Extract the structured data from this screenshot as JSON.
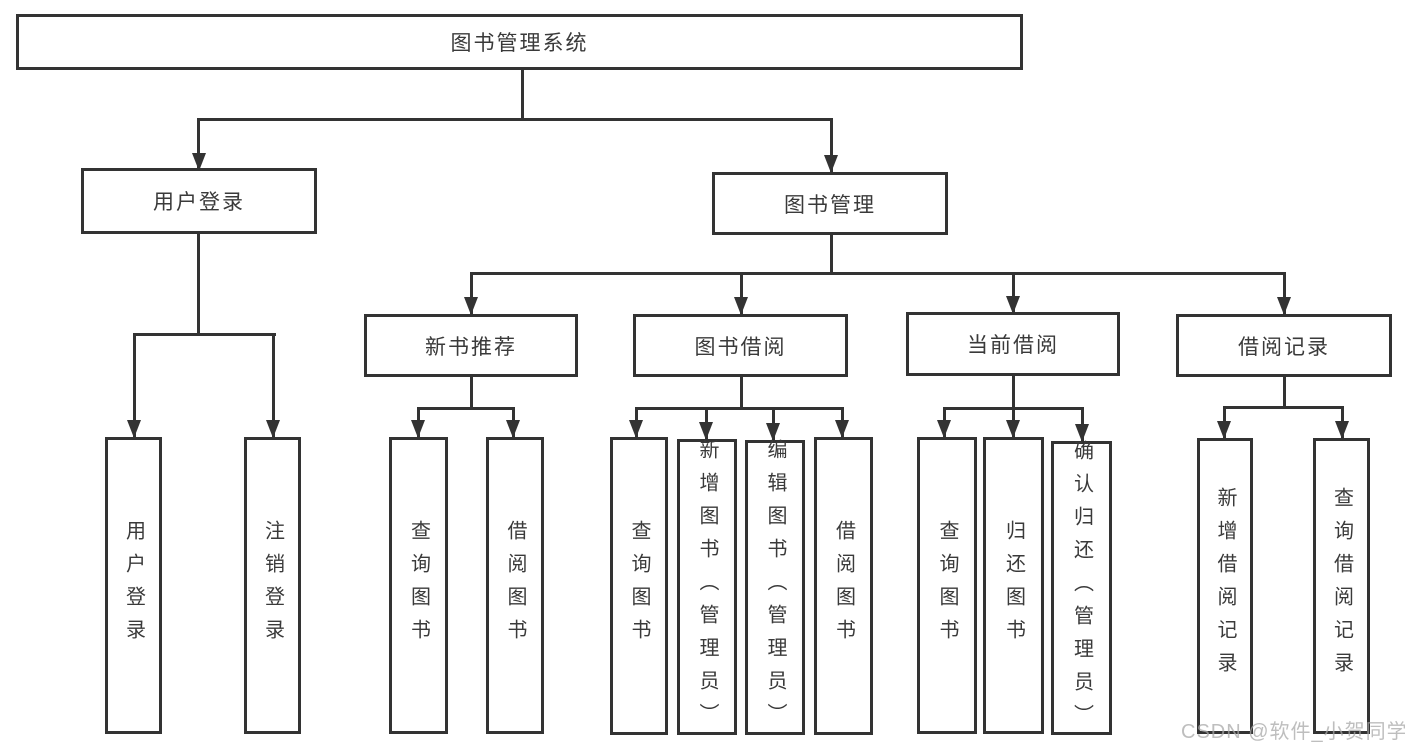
{
  "diagram_title": "图书管理系统",
  "colors": {
    "line": "#333333",
    "text": "#3a3a3a",
    "watermark": "#a8a8a8"
  },
  "watermark": "CSDN @软件_小贺同学",
  "nodes": {
    "root": {
      "label": "图书管理系统"
    },
    "userLogin": {
      "label": "用户登录",
      "parent": "root"
    },
    "bookMgmt": {
      "label": "图书管理",
      "parent": "root"
    },
    "leafUserLogin": {
      "label": "用户登录",
      "parent": "userLogin"
    },
    "leafLogout": {
      "label": "注销登录",
      "parent": "userLogin"
    },
    "newBookRec": {
      "label": "新书推荐",
      "parent": "bookMgmt"
    },
    "bookBorrow": {
      "label": "图书借阅",
      "parent": "bookMgmt"
    },
    "currentBorrow": {
      "label": "当前借阅",
      "parent": "bookMgmt"
    },
    "borrowRecords": {
      "label": "借阅记录",
      "parent": "bookMgmt"
    },
    "nbQueryBooks": {
      "label": "查询图书",
      "parent": "newBookRec"
    },
    "nbBorrowBooks": {
      "label": "借阅图书",
      "parent": "newBookRec"
    },
    "bbQueryBooks": {
      "label": "查询图书",
      "parent": "bookBorrow"
    },
    "bbAddBooks": {
      "label": "新增图书（管理员）",
      "parent": "bookBorrow"
    },
    "bbEditBooks": {
      "label": "编辑图书（管理员）",
      "parent": "bookBorrow"
    },
    "bbBorrowBooks": {
      "label": "借阅图书",
      "parent": "bookBorrow"
    },
    "cbQueryBooks": {
      "label": "查询图书",
      "parent": "currentBorrow"
    },
    "cbReturnBooks": {
      "label": "归还图书",
      "parent": "currentBorrow"
    },
    "cbConfirmReturn": {
      "label": "确认归还（管理员）",
      "parent": "currentBorrow"
    },
    "brAddRecord": {
      "label": "新增借阅记录",
      "parent": "borrowRecords"
    },
    "brQueryRecord": {
      "label": "查询借阅记录",
      "parent": "borrowRecords"
    }
  }
}
